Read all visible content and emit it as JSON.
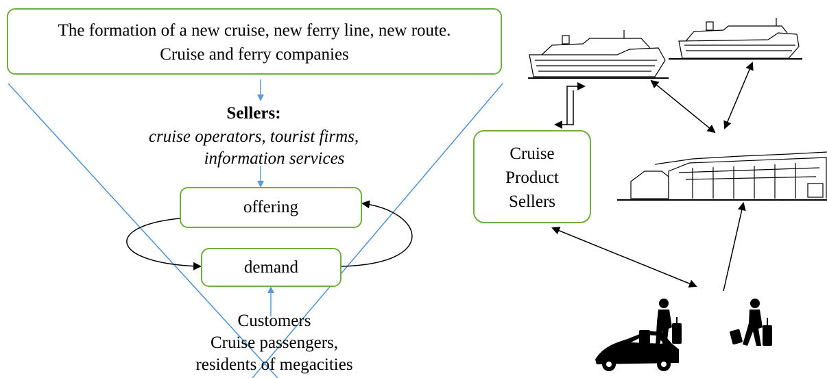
{
  "top_box": {
    "line1": "The formation of a new cruise, new ferry line, new route.",
    "line2": "Cruise and ferry companies"
  },
  "sellers": {
    "title": "Sellers:",
    "desc_line1": "cruise operators, tourist firms,",
    "desc_line2": "information services"
  },
  "offering_label": "offering",
  "demand_label": "demand",
  "customers": {
    "line1": "Customers",
    "line2": "Cruise passengers,",
    "line3": "residents of megacities"
  },
  "cruise_product_sellers": {
    "line1": "Cruise",
    "line2": "Product",
    "line3": "Sellers"
  },
  "icons": [
    "cruise-ship-icon",
    "ferry-ship-icon",
    "ferry-terminal-icon",
    "car-traveler-icon",
    "walking-traveler-icon"
  ],
  "colors": {
    "box_border": "#6fae3a",
    "funnel_line": "#4a90d9",
    "arrow_blue": "#5b9bd5",
    "arrow_black": "#000000"
  }
}
